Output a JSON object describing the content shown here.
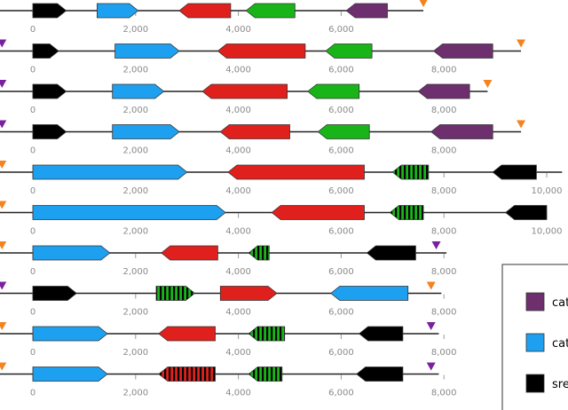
{
  "colors": {
    "purple": "#6e2f6e",
    "blue": "#1ea0f0",
    "red": "#e0201c",
    "green": "#18b418",
    "black": "#000000",
    "orange": "#f4821e",
    "marker_purple": "#7a1fa0",
    "axis": "#222222",
    "tick_text": "#8a8a8a",
    "legend_border": "#555555"
  },
  "rows": [
    {
      "length": 7600,
      "ticks": [
        "0",
        "2,000",
        "4,000",
        "6,000"
      ],
      "tick_values": [
        0,
        2000,
        4000,
        6000
      ],
      "markers": [
        {
          "pos": 7600,
          "color": "orange"
        }
      ],
      "genes": [
        {
          "start": 0,
          "end": 650,
          "dir": "+",
          "color": "black"
        },
        {
          "start": 1250,
          "end": 2050,
          "dir": "+",
          "color": "blue"
        },
        {
          "start": 2850,
          "end": 3850,
          "dir": "-",
          "color": "red"
        },
        {
          "start": 4150,
          "end": 5100,
          "dir": "-",
          "color": "green"
        },
        {
          "start": 6100,
          "end": 6900,
          "dir": "-",
          "color": "purple"
        }
      ]
    },
    {
      "length": 9500,
      "ticks": [
        "0",
        "2,000",
        "4,000",
        "6,000",
        "8,000"
      ],
      "tick_values": [
        0,
        2000,
        4000,
        6000,
        8000
      ],
      "markers": [
        {
          "pos": -600,
          "color": "marker_purple"
        },
        {
          "pos": 9500,
          "color": "orange"
        }
      ],
      "genes": [
        {
          "start": 0,
          "end": 500,
          "dir": "+",
          "color": "black"
        },
        {
          "start": 1600,
          "end": 2850,
          "dir": "+",
          "color": "blue"
        },
        {
          "start": 3600,
          "end": 5300,
          "dir": "-",
          "color": "red"
        },
        {
          "start": 5700,
          "end": 6600,
          "dir": "-",
          "color": "green"
        },
        {
          "start": 7800,
          "end": 8950,
          "dir": "-",
          "color": "purple"
        }
      ]
    },
    {
      "length": 8850,
      "ticks": [
        "0",
        "2,000",
        "4,000",
        "6,000",
        "8,000"
      ],
      "tick_values": [
        0,
        2000,
        4000,
        6000,
        8000
      ],
      "markers": [
        {
          "pos": -600,
          "color": "marker_purple"
        },
        {
          "pos": 8850,
          "color": "orange"
        }
      ],
      "genes": [
        {
          "start": 0,
          "end": 650,
          "dir": "+",
          "color": "black"
        },
        {
          "start": 1550,
          "end": 2550,
          "dir": "+",
          "color": "blue"
        },
        {
          "start": 3300,
          "end": 4950,
          "dir": "-",
          "color": "red"
        },
        {
          "start": 5350,
          "end": 6350,
          "dir": "-",
          "color": "green"
        },
        {
          "start": 7500,
          "end": 8500,
          "dir": "-",
          "color": "purple"
        }
      ]
    },
    {
      "length": 9500,
      "ticks": [
        "0",
        "2,000",
        "4,000",
        "6,000",
        "8,000"
      ],
      "tick_values": [
        0,
        2000,
        4000,
        6000,
        8000
      ],
      "markers": [
        {
          "pos": -600,
          "color": "marker_purple"
        },
        {
          "pos": 9500,
          "color": "orange"
        }
      ],
      "genes": [
        {
          "start": 0,
          "end": 650,
          "dir": "+",
          "color": "black"
        },
        {
          "start": 1550,
          "end": 2850,
          "dir": "+",
          "color": "blue"
        },
        {
          "start": 3650,
          "end": 5000,
          "dir": "-",
          "color": "red"
        },
        {
          "start": 5550,
          "end": 6550,
          "dir": "-",
          "color": "green"
        },
        {
          "start": 7750,
          "end": 8950,
          "dir": "-",
          "color": "purple"
        }
      ]
    },
    {
      "length": 10300,
      "ticks": [
        "0",
        "2,000",
        "4,000",
        "6,000",
        "8,000",
        "10,000"
      ],
      "tick_values": [
        0,
        2000,
        4000,
        6000,
        8000,
        10000
      ],
      "markers": [
        {
          "pos": -600,
          "color": "orange"
        }
      ],
      "genes": [
        {
          "start": 0,
          "end": 3000,
          "dir": "+",
          "color": "blue"
        },
        {
          "start": 3800,
          "end": 6450,
          "dir": "-",
          "color": "red"
        },
        {
          "start": 7000,
          "end": 7700,
          "dir": "-",
          "color": "green",
          "striped": true
        },
        {
          "start": 8950,
          "end": 9800,
          "dir": "-",
          "color": "black"
        }
      ]
    },
    {
      "length": 10000,
      "ticks": [
        "0",
        "2,000",
        "4,000",
        "6,000",
        "8,000",
        "10,000"
      ],
      "tick_values": [
        0,
        2000,
        4000,
        6000,
        8000,
        10000
      ],
      "markers": [
        {
          "pos": -600,
          "color": "orange"
        }
      ],
      "genes": [
        {
          "start": 0,
          "end": 3750,
          "dir": "+",
          "color": "blue"
        },
        {
          "start": 4650,
          "end": 6450,
          "dir": "-",
          "color": "red"
        },
        {
          "start": 6950,
          "end": 7600,
          "dir": "-",
          "color": "green",
          "striped": true
        },
        {
          "start": 9200,
          "end": 10000,
          "dir": "-",
          "color": "black"
        }
      ]
    },
    {
      "length": 8050,
      "ticks": [
        "0",
        "2,000",
        "4,000",
        "6,000",
        "8,000"
      ],
      "tick_values": [
        0,
        2000,
        4000,
        6000,
        8000
      ],
      "markers": [
        {
          "pos": -600,
          "color": "orange"
        },
        {
          "pos": 7850,
          "color": "marker_purple"
        }
      ],
      "genes": [
        {
          "start": 0,
          "end": 1500,
          "dir": "+",
          "color": "blue"
        },
        {
          "start": 2500,
          "end": 3600,
          "dir": "-",
          "color": "red"
        },
        {
          "start": 4200,
          "end": 4600,
          "dir": "-",
          "color": "green",
          "striped": true
        },
        {
          "start": 6500,
          "end": 7450,
          "dir": "-",
          "color": "black"
        }
      ]
    },
    {
      "length": 7950,
      "ticks": [
        "0",
        "2,000",
        "4,000",
        "6,000",
        "8,000"
      ],
      "tick_values": [
        0,
        2000,
        4000,
        6000,
        8000
      ],
      "markers": [
        {
          "pos": -600,
          "color": "marker_purple"
        },
        {
          "pos": 7750,
          "color": "orange"
        }
      ],
      "genes": [
        {
          "start": 0,
          "end": 850,
          "dir": "+",
          "color": "black"
        },
        {
          "start": 2400,
          "end": 3150,
          "dir": "+",
          "color": "green",
          "striped": true
        },
        {
          "start": 3650,
          "end": 4750,
          "dir": "+",
          "color": "red"
        },
        {
          "start": 5800,
          "end": 7300,
          "dir": "-",
          "color": "blue"
        }
      ]
    },
    {
      "length": 7900,
      "ticks": [
        "0",
        "2,000",
        "4,000",
        "6,000",
        "8,000"
      ],
      "tick_values": [
        0,
        2000,
        4000,
        6000,
        8000
      ],
      "markers": [
        {
          "pos": -600,
          "color": "orange"
        },
        {
          "pos": 7750,
          "color": "marker_purple"
        }
      ],
      "genes": [
        {
          "start": 0,
          "end": 1450,
          "dir": "+",
          "color": "blue"
        },
        {
          "start": 2450,
          "end": 3550,
          "dir": "-",
          "color": "red"
        },
        {
          "start": 4200,
          "end": 4900,
          "dir": "-",
          "color": "green",
          "striped": true
        },
        {
          "start": 6350,
          "end": 7200,
          "dir": "-",
          "color": "black"
        }
      ]
    },
    {
      "length": 7900,
      "ticks": [
        "0",
        "2,000",
        "4,000",
        "6,000",
        "8,000"
      ],
      "tick_values": [
        0,
        2000,
        4000,
        6000,
        8000
      ],
      "markers": [
        {
          "pos": -600,
          "color": "orange"
        },
        {
          "pos": 7750,
          "color": "marker_purple"
        }
      ],
      "genes": [
        {
          "start": 0,
          "end": 1450,
          "dir": "+",
          "color": "blue"
        },
        {
          "start": 2450,
          "end": 3550,
          "dir": "-",
          "color": "red",
          "striped": true
        },
        {
          "start": 4200,
          "end": 4850,
          "dir": "-",
          "color": "green",
          "striped": true
        },
        {
          "start": 6300,
          "end": 7200,
          "dir": "-",
          "color": "black"
        }
      ]
    }
  ],
  "legend": {
    "items": [
      {
        "label": "cat",
        "color": "purple"
      },
      {
        "label": "cat",
        "color": "blue"
      },
      {
        "label": "sre",
        "color": "black"
      },
      {
        "label": "",
        "color": "orange"
      }
    ]
  }
}
